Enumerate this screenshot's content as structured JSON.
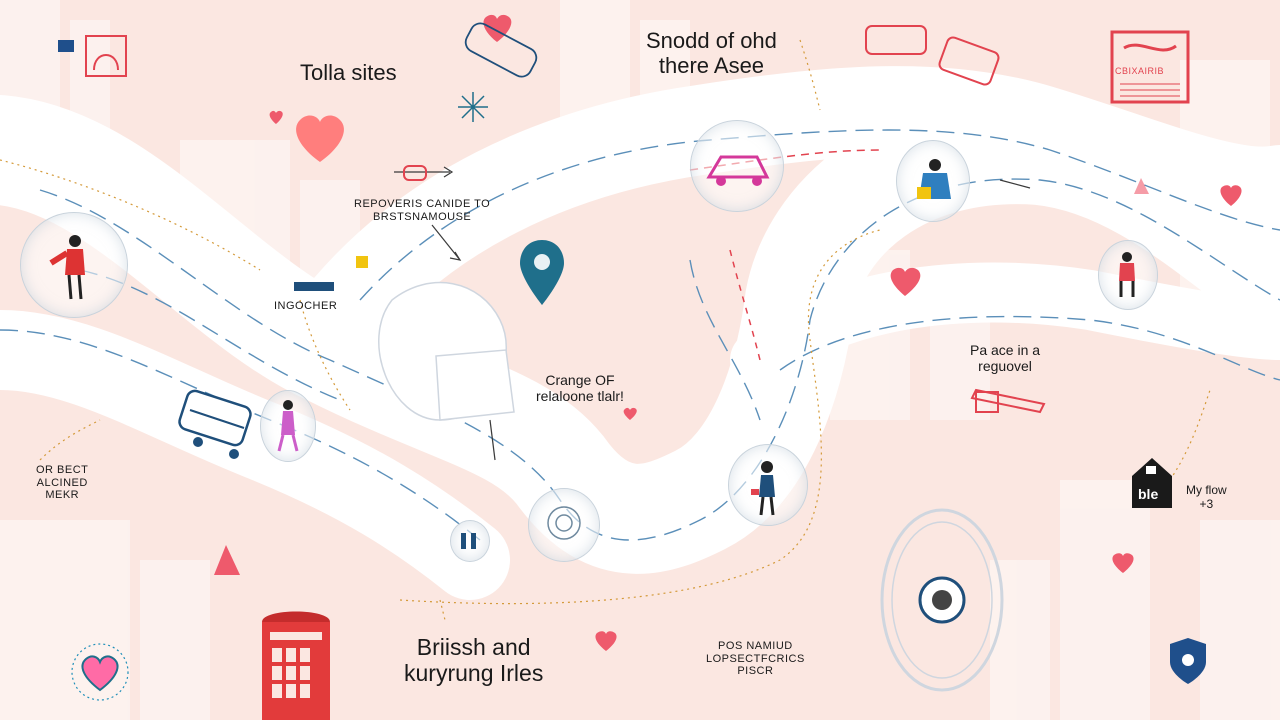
{
  "labels": {
    "tolla_sites": "Tolla sites",
    "snodd_line1": "Snodd of ohd",
    "snodd_line2": "there Asee",
    "reporting_line1": "REPOVERIS CANIDE TO",
    "reporting_line2": "BRSTSNAMOUSE",
    "ingocher": "INGOCHER",
    "crange_line1": "Crange OF",
    "crange_line2": "relaloone tlalr!",
    "place_line1": "Pa ace in a",
    "place_line2": "reguovel",
    "object_line1": "OR BECT",
    "object_line2": "ALCINED",
    "object_line3": "MEKR",
    "briish_line1": "Briissh and",
    "briish_line2": "kuryrung Irles",
    "pos_line1": "POS NAMIUD",
    "pos_line2": "LOPSECTFCRICS",
    "pos_line3": "PISCR",
    "my_flow_line1": "My flow",
    "my_flow_line2": "+3",
    "ble_sign": "ble",
    "stamp_text": "CBIXAIRIB"
  },
  "colors": {
    "background": "#fbe7e1",
    "road": "#ffffff",
    "route_blue": "#5b8fb9",
    "route_red": "#e2434f",
    "dotted_path": "#d49a3a",
    "heart": "#ee5a6c",
    "pin": "#1f6f8b",
    "phone_box": "#e23b3b"
  },
  "icons": [
    "heart-icon",
    "location-pin-icon",
    "red-phone-box-icon",
    "bus-icon",
    "bunny-icon",
    "crest-icon",
    "shield-icon",
    "sparkle-icon",
    "triangle-icon"
  ]
}
